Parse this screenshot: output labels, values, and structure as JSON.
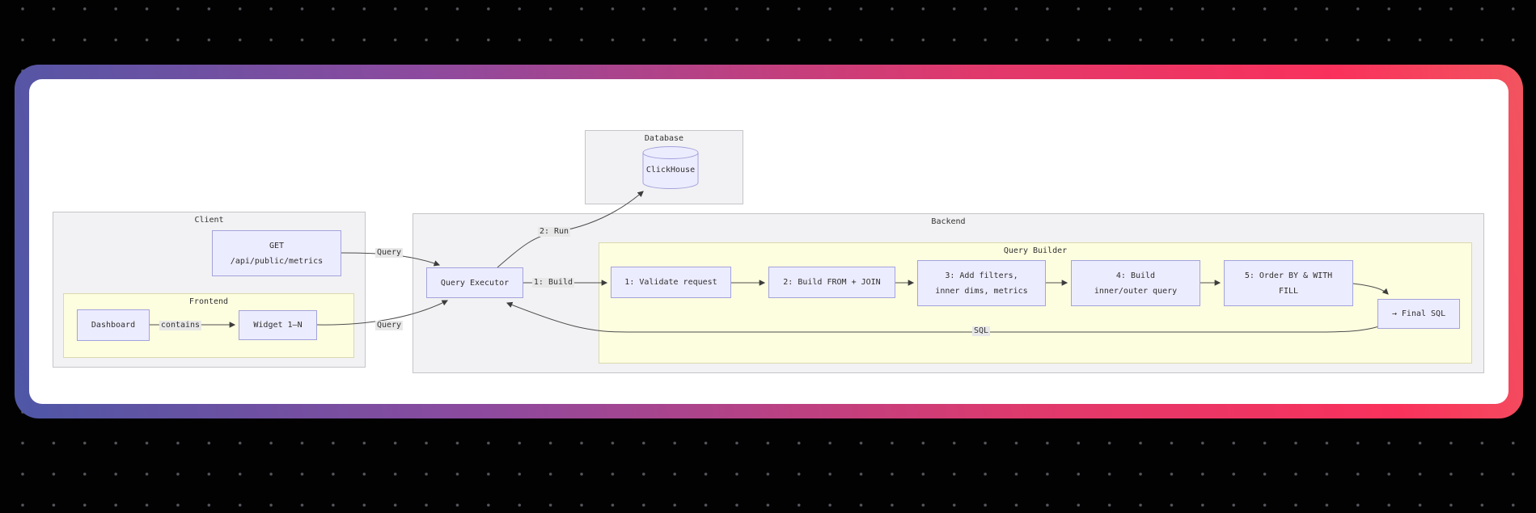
{
  "canvas": {
    "background": "#000000",
    "dot_color": "#55555c",
    "card_gradient": [
      "#4e57a6",
      "#8d4a9e",
      "#e0396c",
      "#f9315c",
      "#f2555f"
    ],
    "card_fill": "#ffffff"
  },
  "diagram": {
    "style": {
      "node_fill": "#ececff",
      "node_border": "#a3a3dc",
      "cluster_fill": "#f2f2f4",
      "cluster_yellow_fill": "#fdfde0",
      "edge_color": "#4e4e4e",
      "edge_label_bg": "#e8e8e8",
      "text_color": "#333333"
    },
    "clusters": {
      "database": {
        "title": "Database"
      },
      "client": {
        "title": "Client"
      },
      "frontend": {
        "title": "Frontend"
      },
      "backend": {
        "title": "Backend"
      },
      "query_builder": {
        "title": "Query Builder"
      }
    },
    "nodes": {
      "clickhouse": {
        "label": "ClickHouse",
        "shape": "cylinder"
      },
      "get_endpoint": {
        "line1": "GET",
        "line2": "/api/public/metrics"
      },
      "dashboard": {
        "label": "Dashboard"
      },
      "widget": {
        "label": "Widget 1–N"
      },
      "query_executor": {
        "label": "Query Executor"
      },
      "step1": {
        "label": "1: Validate request"
      },
      "step2": {
        "label": "2: Build FROM + JOIN"
      },
      "step3": {
        "line1": "3: Add filters,",
        "line2": "inner dims, metrics"
      },
      "step4": {
        "line1": "4: Build",
        "line2": "inner/outer query"
      },
      "step5": {
        "line1": "5: Order BY & WITH",
        "line2": "FILL"
      },
      "final_sql": {
        "label": "→ Final SQL"
      }
    },
    "edge_labels": {
      "contains": "contains",
      "query_top": "Query",
      "query_bottom": "Query",
      "run": "2: Run",
      "build": "1: Build",
      "sql": "SQL"
    }
  }
}
